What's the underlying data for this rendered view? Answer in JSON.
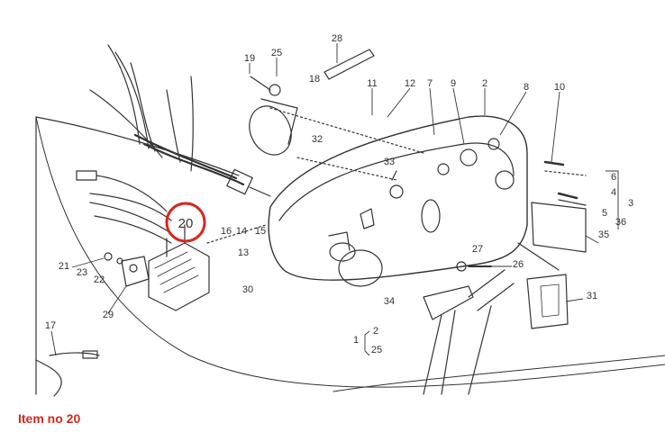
{
  "diagram": {
    "highlight_color": "#d9261c",
    "ink_color": "#333333",
    "highlight": {
      "label": "20"
    },
    "callouts": [
      "28",
      "25",
      "19",
      "18",
      "11",
      "12",
      "7",
      "9",
      "2",
      "8",
      "10",
      "32",
      "33",
      "6",
      "4",
      "5",
      "3",
      "36",
      "35",
      "21",
      "23",
      "22",
      "16",
      "14",
      "15",
      "13",
      "30",
      "27",
      "26",
      "31",
      "29",
      "34",
      "17",
      "1",
      "2",
      "25"
    ]
  },
  "caption": {
    "text": "Item no 20"
  }
}
